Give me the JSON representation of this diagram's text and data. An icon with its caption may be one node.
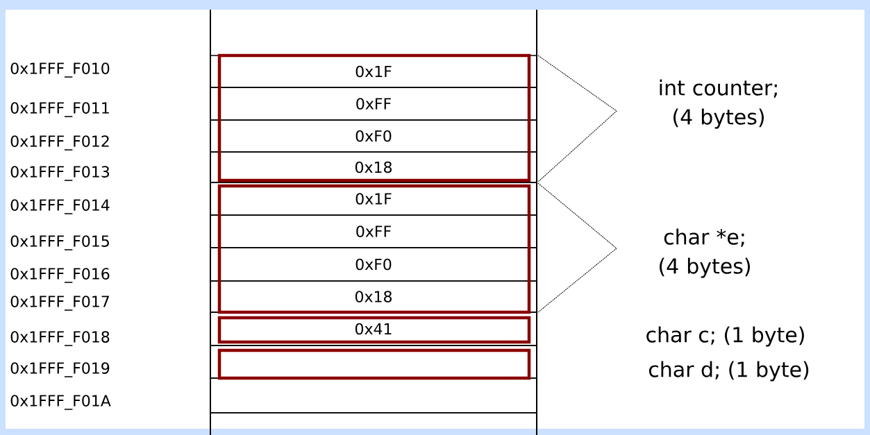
{
  "diagram": {
    "nodes": [
      {
        "text": [
          "0x1F"
        ]
      },
      {
        "text": [
          "0xFF"
        ]
      },
      {
        "text": [
          "0xF0"
        ]
      },
      {
        "text": [
          "0x18"
        ]
      },
      {
        "text": [
          "0x1F"
        ]
      },
      {
        "text": [
          "0xFF"
        ]
      },
      {
        "text": [
          "0xF0"
        ]
      },
      {
        "text": [
          "0x18"
        ]
      },
      {
        "text": [
          "0x41"
        ]
      },
      {
        "text": [],
        "shape": "box"
      },
      {
        "text": [],
        "shape": "box"
      }
    ],
    "labels": [
      "0x1FFF_F010",
      "int counter; (4 bytes)",
      "0x1FFF_F011",
      "0x1FFF_F012",
      "0x1FFF_F013",
      "0x1FFF_F014",
      "char *e; (4 bytes)",
      "0x1FFF_F015",
      "0x1FFF_F016",
      "0x1FFF_F017",
      "0x1FFF_F018",
      "char c; (1 byte)",
      "0x1FFF_F019",
      "char d; (1 byte)",
      "0x1FFF_F01A"
    ]
  }
}
